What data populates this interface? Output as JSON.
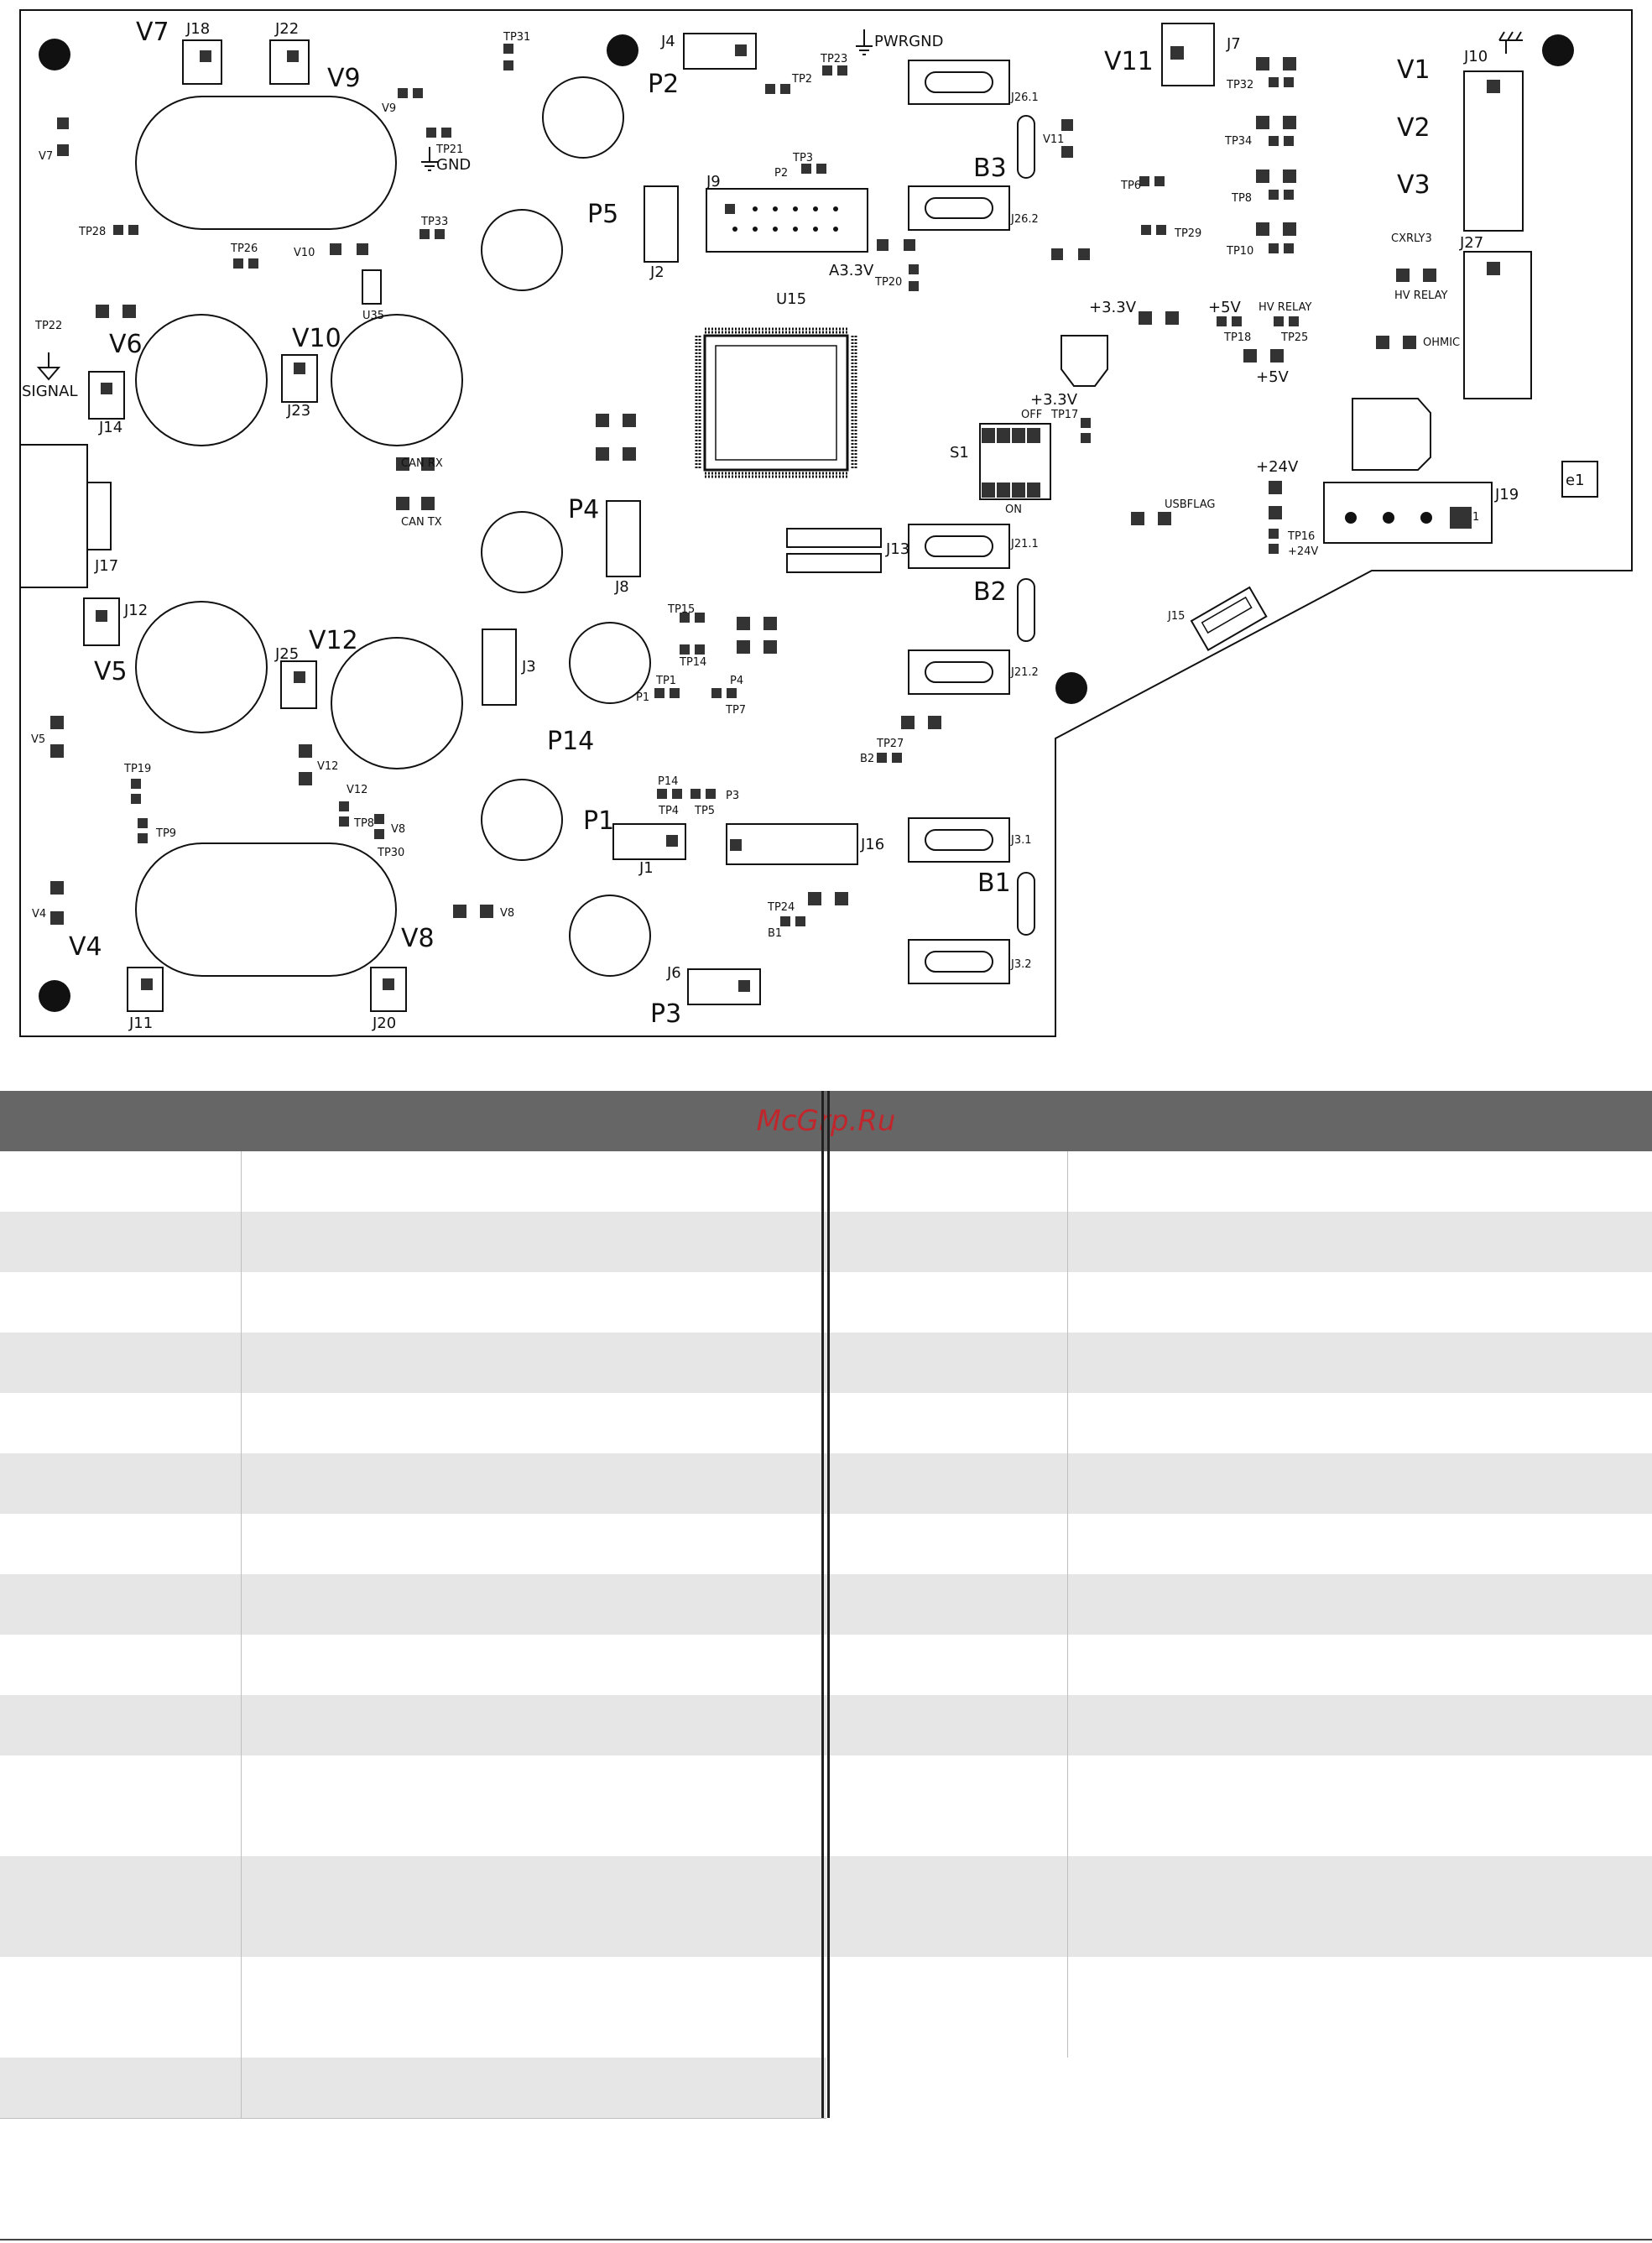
{
  "board": {
    "labels_big": {
      "V7": "V7",
      "V9": "V9",
      "P2": "P2",
      "P5": "P5",
      "V11": "V11",
      "B3": "B3",
      "V1": "V1",
      "V2": "V2",
      "V3": "V3",
      "V6": "V6",
      "V10": "V10",
      "P4": "P4",
      "B2": "B2",
      "V5": "V5",
      "V12": "V12",
      "P14": "P14",
      "P1": "P1",
      "B1": "B1",
      "V4": "V4",
      "V8": "V8",
      "P3": "P3"
    },
    "labels_med": {
      "J18": "J18",
      "J22": "J22",
      "J4": "J4",
      "PWRGND": "PWRGND",
      "J7": "J7",
      "J10": "J10",
      "J9": "J9",
      "J2": "J2",
      "A33V": "A3.3V",
      "U15": "U15",
      "J27": "J27",
      "SIGNAL": "SIGNAL",
      "J14": "J14",
      "J23": "J23",
      "S1": "S1",
      "P24V": "+24V",
      "J19": "J19",
      "e1": "e1",
      "J17": "J17",
      "J8": "J8",
      "J12": "J12",
      "J13": "J13",
      "J25": "J25",
      "J3": "J3",
      "J1": "J1",
      "J16": "J16",
      "J6": "J6",
      "J11": "J11",
      "J20": "J20",
      "P33V": "+3.3V",
      "P5V": "+5V",
      "P33Vb": "+3.3V",
      "P5Vb": "+5V",
      "GND": "GND"
    },
    "labels_sm": {
      "TP31": "TP31",
      "TP23": "TP23",
      "TP2": "TP2",
      "J261": "J26.1",
      "TP32": "TP32",
      "TP34": "TP34",
      "TP8": "TP8",
      "TP10": "TP10",
      "TP21": "TP21",
      "V9s": "V9",
      "V7s": "V7",
      "TP3": "TP3",
      "P2s": "P2",
      "V11s": "V11",
      "TP6": "TP6",
      "TP29": "TP29",
      "J262": "J26.2",
      "TP28": "TP28",
      "TP26": "TP26",
      "V10s": "V10",
      "TP33": "TP33",
      "U35": "U35",
      "TP20": "TP20",
      "CXRLY3": "CXRLY3",
      "HVRELAY": "HV RELAY",
      "TP22": "TP22",
      "TP18": "TP18",
      "HVRELAY2": "HV RELAY",
      "TP25": "TP25",
      "OHMIC": "OHMIC",
      "CANRX": "CAN  RX",
      "CANTX": "CAN  TX",
      "OFF": "OFF",
      "TP17": "TP17",
      "ON": "ON",
      "USBFLAG": "USBFLAG",
      "TP16": "TP16",
      "P24Vs": "+24V",
      "J211": "J21.1",
      "J15": "J15",
      "TP15": "TP15",
      "TP14": "TP14",
      "TP1": "TP1",
      "P4s": "P4",
      "P1s": "P1",
      "TP7": "TP7",
      "J212": "J21.2",
      "V5s": "V5",
      "TP27": "TP27",
      "B2s": "B2",
      "TP19": "TP19",
      "V12s": "V12",
      "V12b": "V12",
      "TP9": "TP9",
      "V8s": "V8",
      "TP30": "TP30",
      "TPd": "TP8",
      "P14s": "P14",
      "TP4": "TP4",
      "TP5": "TP5",
      "P3s": "P3",
      "J31": "J3.1",
      "TP24": "TP24",
      "B1s": "B1",
      "V8b": "V8",
      "V4s": "V4",
      "J32": "J3.2",
      "one": "1"
    }
  },
  "table": {
    "watermark": "McGrp.Ru"
  }
}
